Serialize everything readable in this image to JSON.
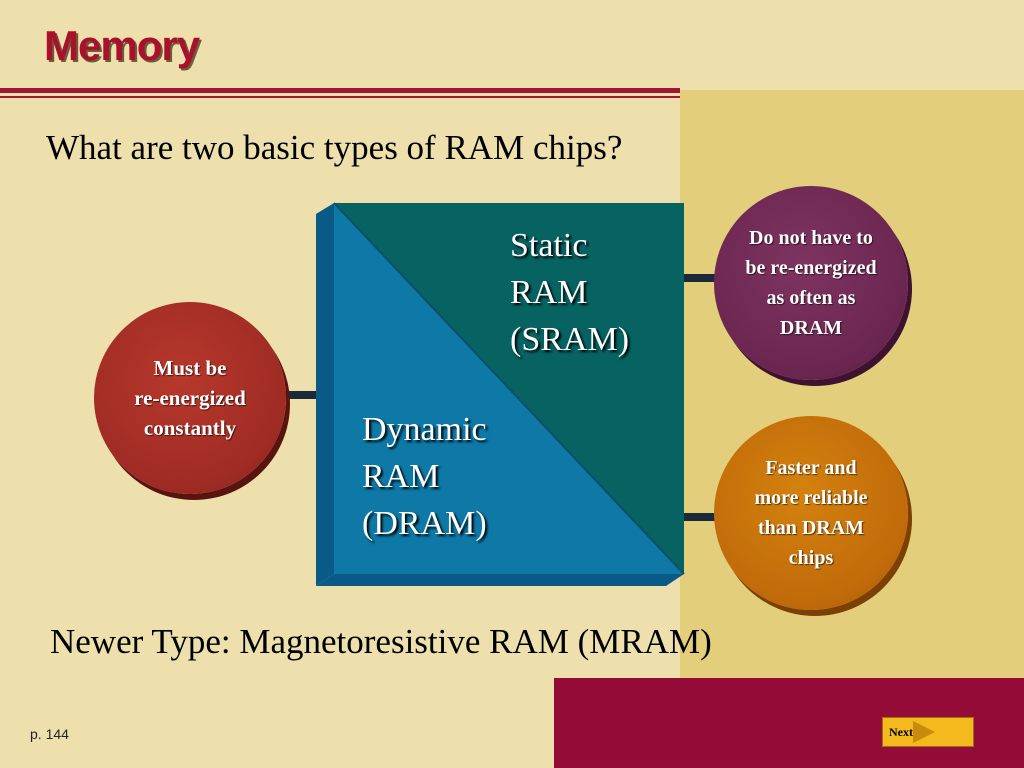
{
  "title": "Memory",
  "question": "What are two basic types of RAM chips?",
  "diagram": {
    "sram": [
      "Static",
      "RAM",
      "(SRAM)"
    ],
    "dram": [
      "Dynamic",
      "RAM",
      "(DRAM)"
    ],
    "dram_note": [
      "Must be",
      "re-energized",
      "constantly"
    ],
    "sram_note_1": [
      "Do not have to",
      "be re-energized",
      "as often as",
      "DRAM"
    ],
    "sram_note_2": [
      "Faster and",
      "more reliable",
      "than DRAM",
      "chips"
    ]
  },
  "newer_type": "Newer Type: Magnetoresistive RAM (MRAM)",
  "page_number": "p. 144",
  "next_button": {
    "label": "Next",
    "icon": "arrow-right-icon"
  },
  "colors": {
    "background": "#ede0ad",
    "title": "#a8102c",
    "accent_bar": "#950b38",
    "side_panel": "#e3cf7b",
    "sram_fill": "#076262",
    "dram_fill": "#0e78a6",
    "dram_note_circle": "#9e2b24",
    "sram_note_circle_1": "#6a2650",
    "sram_note_circle_2": "#c06a0a",
    "next_button": "#f4b91c"
  }
}
